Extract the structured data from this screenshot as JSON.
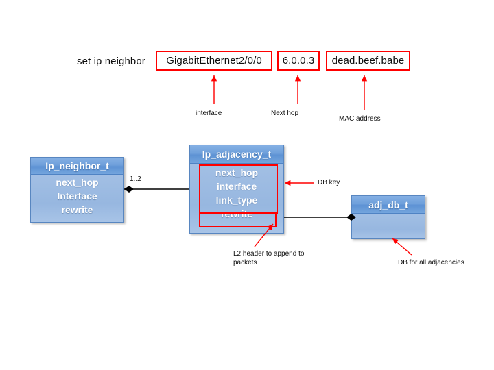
{
  "command": {
    "label": "set ip neighbor",
    "fields": [
      {
        "name": "interface",
        "value": "GigabitEthernet2/0/0",
        "caption": "interface"
      },
      {
        "name": "next-hop",
        "value": "6.0.0.3",
        "caption": "Next hop"
      },
      {
        "name": "mac-address",
        "value": "dead.beef.babe",
        "caption": "MAC address"
      }
    ]
  },
  "classes": [
    {
      "id": "ip-neighbor-t",
      "title": "Ip_neighbor_t",
      "attributes": [
        "next_hop",
        "Interface",
        "rewrite"
      ]
    },
    {
      "id": "ip-adjacency-t",
      "title": "Ip_adjacency_t",
      "attributes": [
        "next_hop",
        "interface",
        "link_type",
        "rewrite"
      ]
    },
    {
      "id": "adj-db-t",
      "title": "adj_db_t",
      "attributes": []
    }
  ],
  "annotations": {
    "db_key": "DB key",
    "l2_header": "L2 header to append to\npackets",
    "db_all_adjacencies": "DB for all adjacencies"
  },
  "association": {
    "multiplicity": "1..2"
  },
  "colors": {
    "highlight": "#ff0000",
    "box_header_blue": "#5d92d4",
    "box_body_blue": "#9ab9e0",
    "box_border": "#5886c0",
    "text_dark": "#0d0d0d",
    "line": "#000000"
  }
}
